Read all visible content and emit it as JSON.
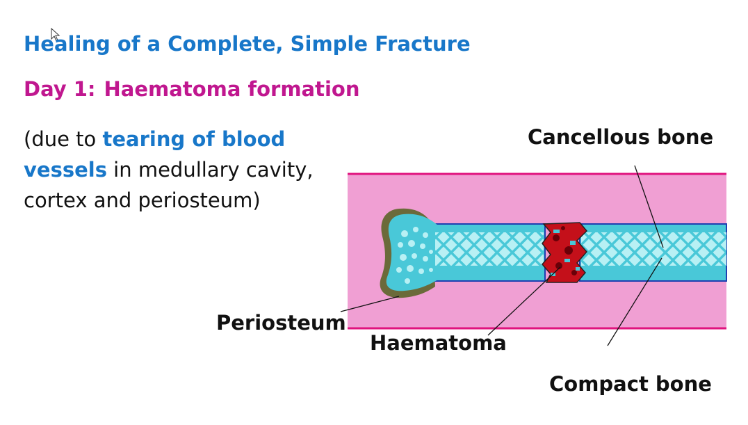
{
  "title": "Healing of a Complete, Simple Fracture",
  "subtitle": {
    "day": "Day 1:",
    "stage": "Haematoma formation"
  },
  "description": {
    "line1_pre": "(due to ",
    "line1_emph": "tearing of blood",
    "line2_emph": "vessels",
    "line2_post": " in medullary cavity,",
    "line3": "cortex and periosteum)"
  },
  "diagram_labels": {
    "cancellous": "Cancellous bone",
    "periosteum": "Periosteum",
    "haematoma": "Haematoma",
    "compact": "Compact bone"
  },
  "colors": {
    "title": "#1877c9",
    "subtitle": "#c0178f",
    "soft_tissue": "#f09fd3",
    "tissue_border": "#e0137e",
    "bone_cyan": "#49c8d8",
    "marrow": "#b8f0f4",
    "periosteum": "#6b6a3a",
    "haematoma": "#c4101a"
  },
  "icons": {
    "cursor": "mouse-pointer-icon"
  }
}
